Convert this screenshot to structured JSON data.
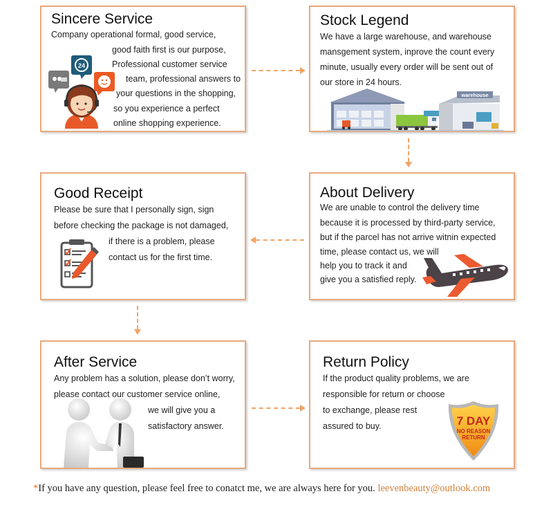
{
  "panels": {
    "sincere_service": {
      "title": "Sincere Service",
      "lines": [
        "Company operational formal, good service,",
        "good faith first is our purpose,",
        "Professional customer service",
        "team, professional answers to",
        "your questions in the shopping,",
        "so you experience a perfect",
        "online shopping experience."
      ],
      "icon_badge": "24"
    },
    "stock_legend": {
      "title": "Stock Legend",
      "lines": [
        "We have a large warehouse, and warehouse",
        "mansgement system, inprove the count every",
        "minute, usually every order will be sent out of",
        "our store in 24 hours."
      ],
      "sign_label": "warehouse"
    },
    "good_receipt": {
      "title": "Good Receipt",
      "lines": [
        "Please be sure that I personally sign, sign",
        "before checking the package is not damaged,",
        "if there is a problem, please",
        "contact us for the first time."
      ]
    },
    "about_delivery": {
      "title": "About Delivery",
      "lines": [
        "We are unable to control the delivery time",
        "because it is processed by third-party service,",
        "but if the parcel has not arrive witnin expected",
        "time, please contact us, we will",
        "help you to track it and",
        "give you a satisfied reply."
      ]
    },
    "after_service": {
      "title": "After Service",
      "lines": [
        "Any problem has a solution, please don’t worry,",
        "please contact our customer service online,",
        "we will give you a",
        "satisfactory answer."
      ]
    },
    "return_policy": {
      "title": "Return Policy",
      "lines": [
        "If the product quality problems, we are",
        "responsible for return or choose",
        "to exchange, please rest",
        "assured to buy."
      ],
      "badge": {
        "line1": "7 DAY",
        "line2": "NO REASON",
        "line3": "RETURN"
      }
    }
  },
  "footer": {
    "star": "*",
    "text": "If you have any question, please feel free to conatct me, we are always here for you.",
    "email": "leevenbeauty@outlook.com"
  },
  "colors": {
    "border": "#e8a87c",
    "arrow": "#f0a466",
    "accent_orange": "#e8582c",
    "email": "#d0803a"
  }
}
